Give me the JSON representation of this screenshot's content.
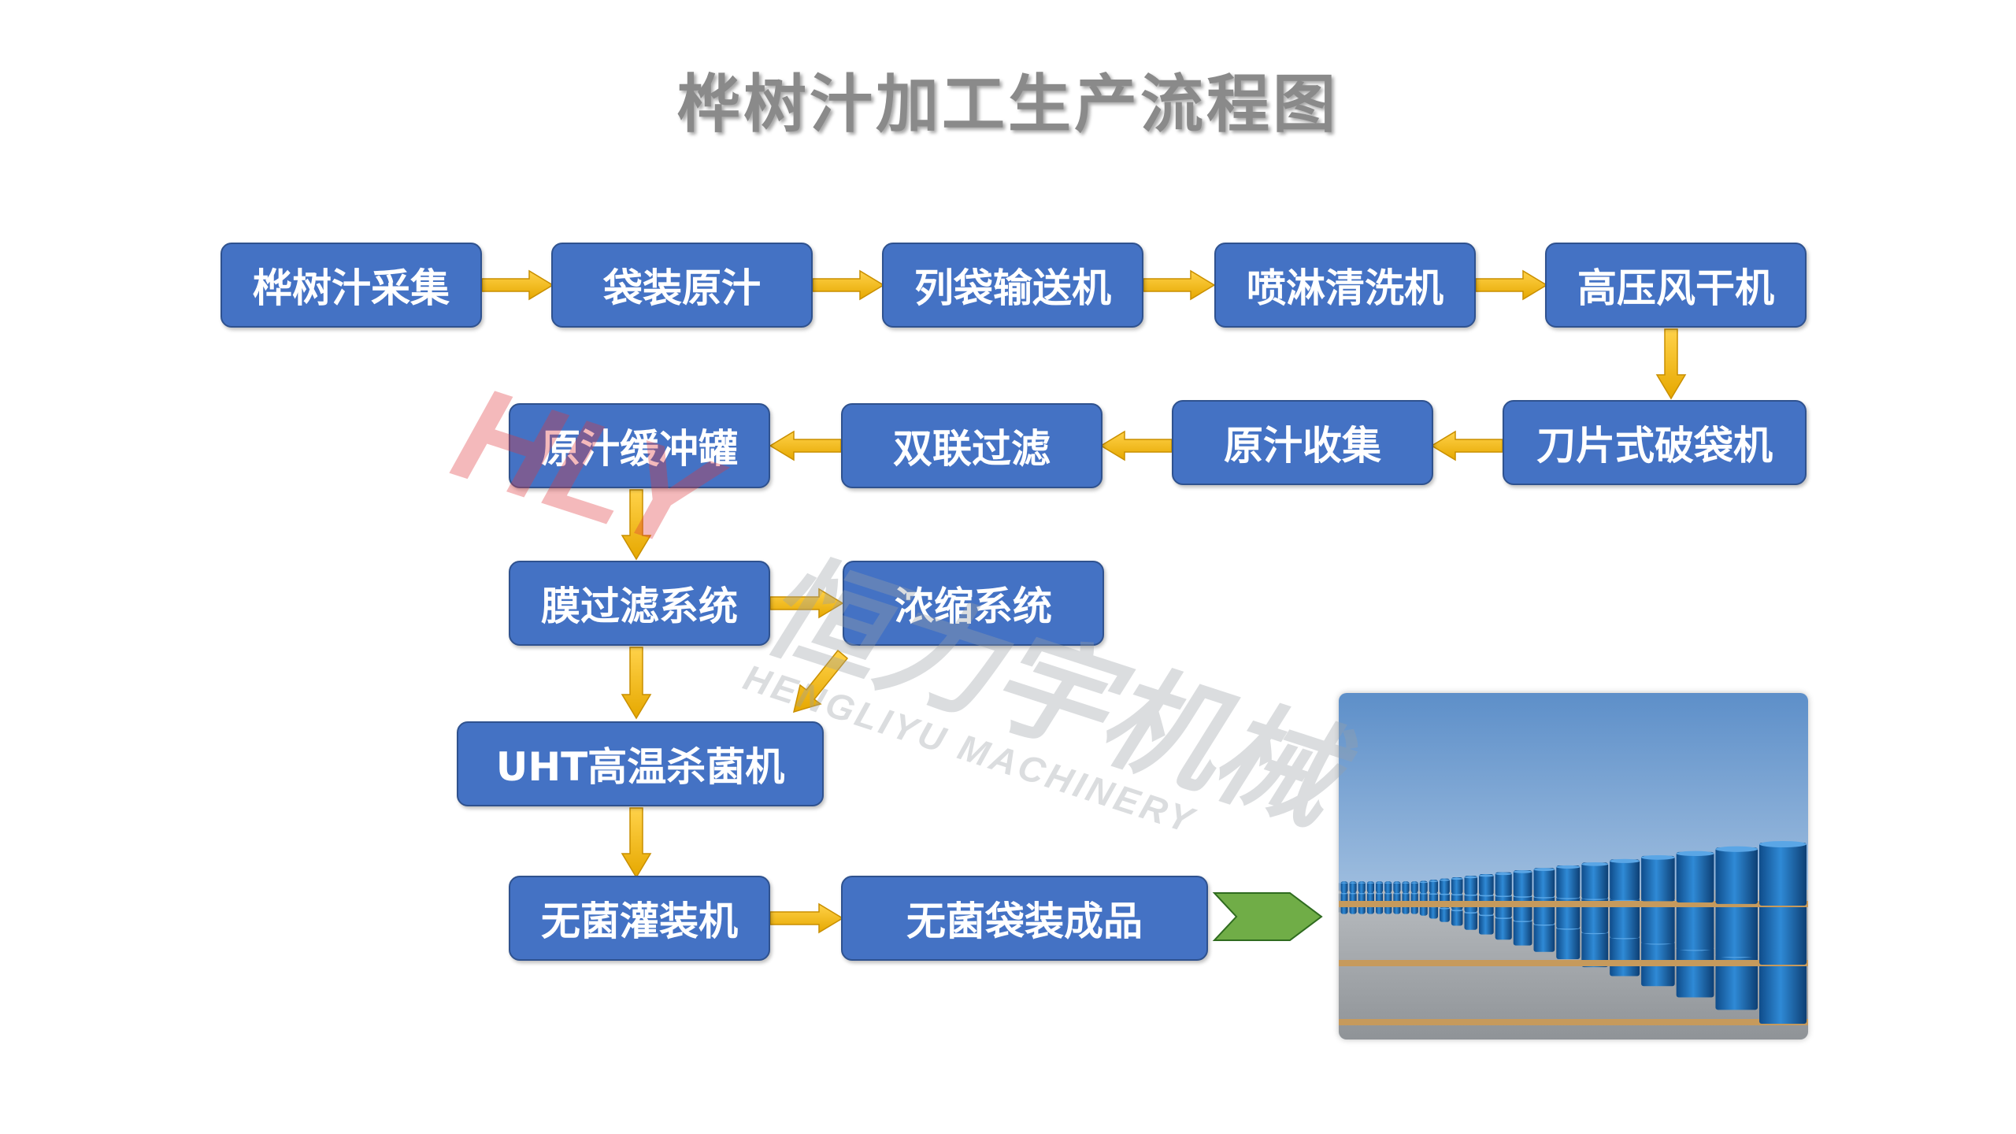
{
  "title": "桦树汁加工生产流程图",
  "nodes": {
    "n1": "桦树汁采集",
    "n2": "袋装原汁",
    "n3": "列袋输送机",
    "n4": "喷淋清洗机",
    "n5": "高压风干机",
    "n6": "刀片式破袋机",
    "n7": "原汁收集",
    "n8": "双联过滤",
    "n9": "原汁缓冲罐",
    "n10": "膜过滤系统",
    "n11": "浓缩系统",
    "n12": "UHT高温杀菌机",
    "n13": "无菌灌装机",
    "n14": "无菌袋装成品"
  },
  "watermark": {
    "logo": "HLY",
    "brand_cn": "恒力宇机械",
    "brand_en": "HENGLIYU MACHINERY"
  },
  "colors": {
    "node_fill": "#4472c4",
    "node_border": "#2f528f",
    "arrow": "#f5b800",
    "final_arrow": "#70ad47",
    "drums": "#1f6fb5"
  },
  "photo": {
    "subject": "rows-of-blue-drums-image"
  }
}
